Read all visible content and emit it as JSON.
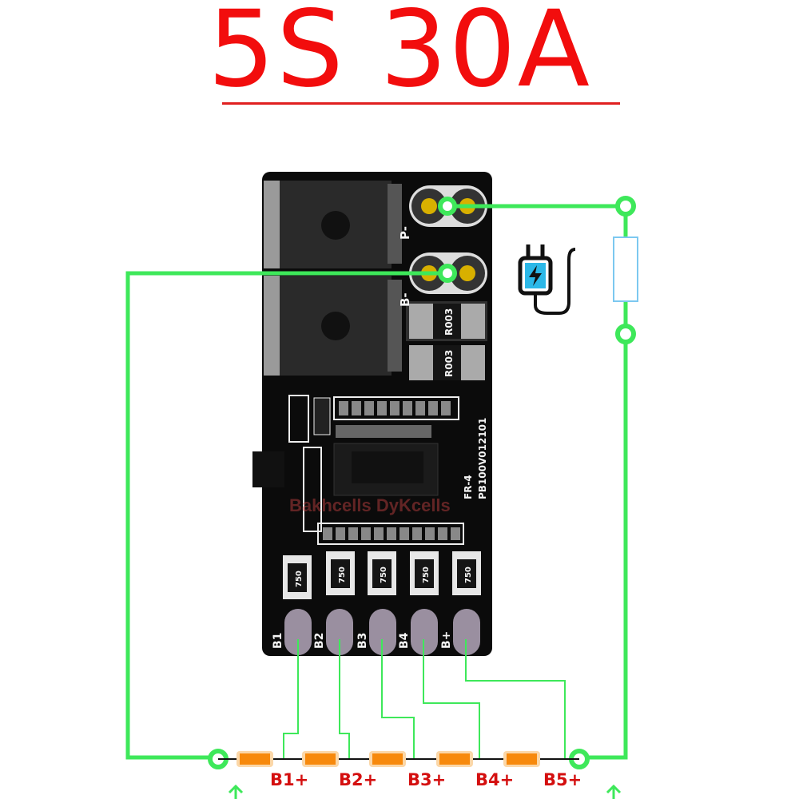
{
  "title": "5S 30A",
  "board": {
    "pad_p_label": "P-",
    "pad_b_label": "B-",
    "shunt_labels": [
      "R003",
      "R003"
    ],
    "material_label": "FR-4",
    "part_number": "PB100V012101",
    "balance_resistor_labels": [
      "750",
      "750",
      "750",
      "750",
      "750"
    ],
    "balance_pad_labels": [
      "B1",
      "B2",
      "B3",
      "B4",
      "B+"
    ],
    "watermark": "Bakhcells DyKcells"
  },
  "diagram": {
    "battery_labels": [
      "B1+",
      "B2+",
      "B3+",
      "B4+",
      "B5+"
    ],
    "wire_color": "#3ee85a",
    "battery_color": "#f7890c",
    "load_color": "#7cc8f0",
    "charger_icon": "charger-plug-icon"
  }
}
